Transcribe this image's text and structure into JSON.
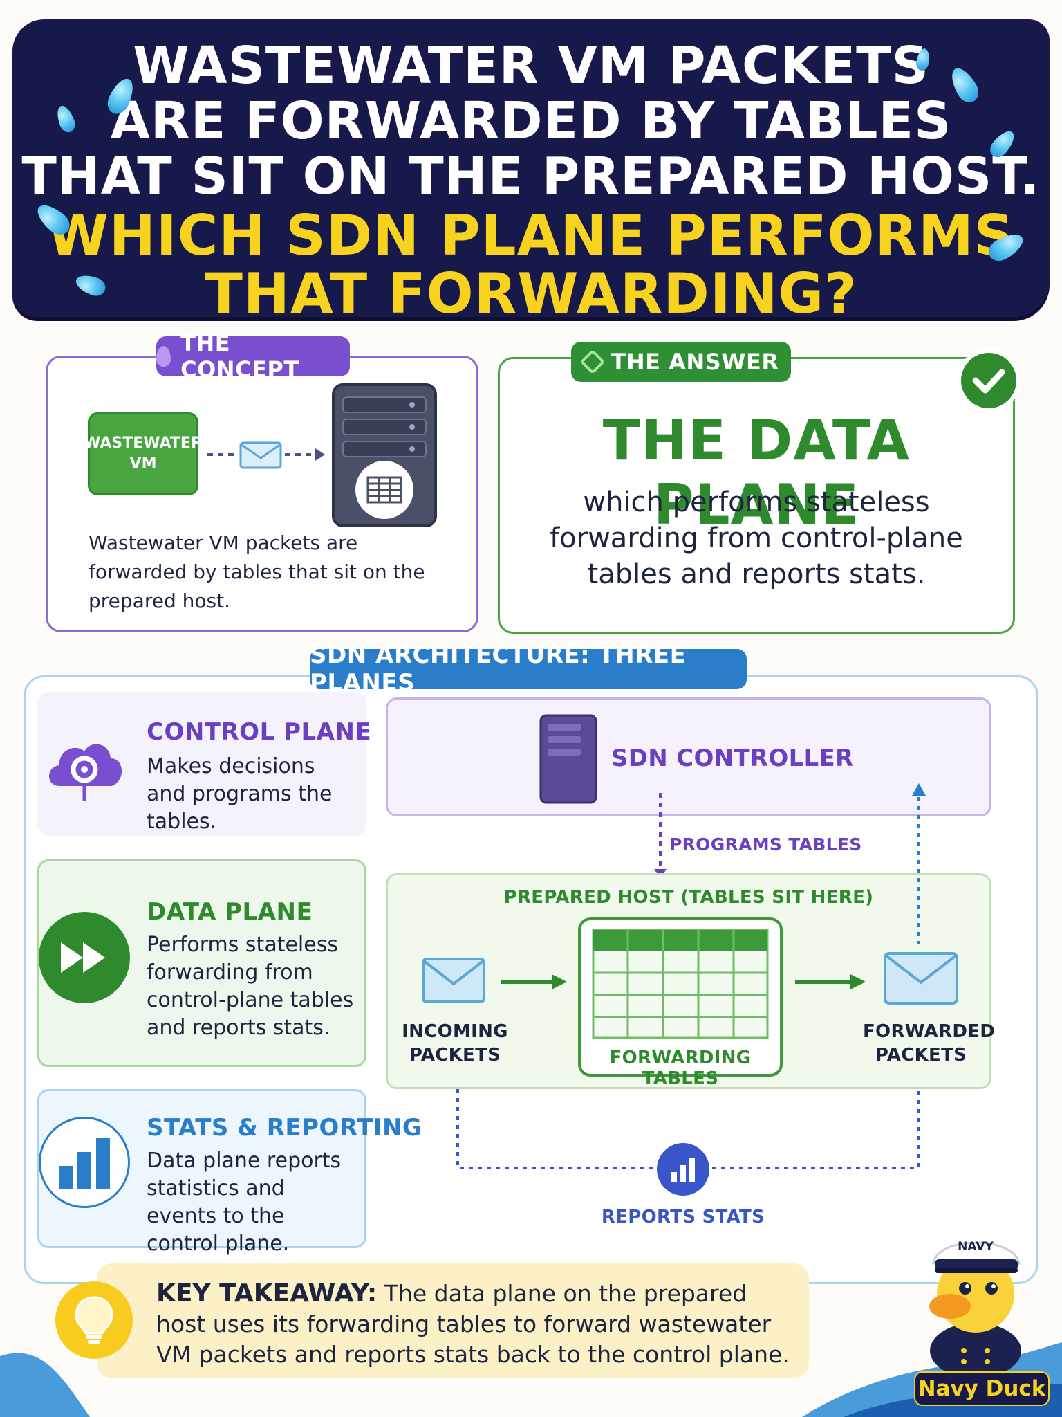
{
  "header": {
    "line1": "WASTEWATER VM PACKETS",
    "line2": "ARE FORWARDED BY TABLES",
    "line3": "THAT SIT ON THE PREPARED HOST.",
    "question1": "WHICH SDN PLANE PERFORMS",
    "question2": "THAT FORWARDING?"
  },
  "concept": {
    "pill": "THE CONCEPT",
    "vm_label": "WASTEWATER VM",
    "text": "Wastewater VM packets are forwarded by tables that sit on the prepared host."
  },
  "answer": {
    "pill": "THE ANSWER",
    "title": "THE DATA PLANE",
    "text": "which performs stateless forwarding from control-plane tables and reports stats."
  },
  "architecture": {
    "pill": "SDN ARCHITECTURE: THREE PLANES",
    "control": {
      "title": "CONTROL PLANE",
      "body": "Makes decisions and programs the tables."
    },
    "data": {
      "title": "DATA PLANE",
      "body": "Performs stateless forwarding from control-plane tables and reports stats."
    },
    "stats": {
      "title": "STATS & REPORTING",
      "body": "Data plane reports statistics and events to the control plane."
    },
    "controller_label": "SDN CONTROLLER",
    "programs_tables": "PROGRAMS TABLES",
    "host_label": "PREPARED HOST (TABLES SIT HERE)",
    "incoming": "INCOMING PACKETS",
    "forwarding_tables": "FORWARDING TABLES",
    "forwarded": "FORWARDED PACKETS",
    "reports_stats": "REPORTS STATS"
  },
  "takeaway": {
    "label": "KEY TAKEAWAY:",
    "text": " The data plane on the prepared host uses its forwarding tables to forward wastewater VM packets and reports stats back to the control plane."
  },
  "mascot": {
    "hat_text": "NAVY",
    "name": "Navy Duck"
  },
  "colors": {
    "navy": "#16194a",
    "yellow": "#f7d21f",
    "purple": "#7a4fcf",
    "green": "#2e8a2c",
    "blue": "#2a7ec9"
  }
}
